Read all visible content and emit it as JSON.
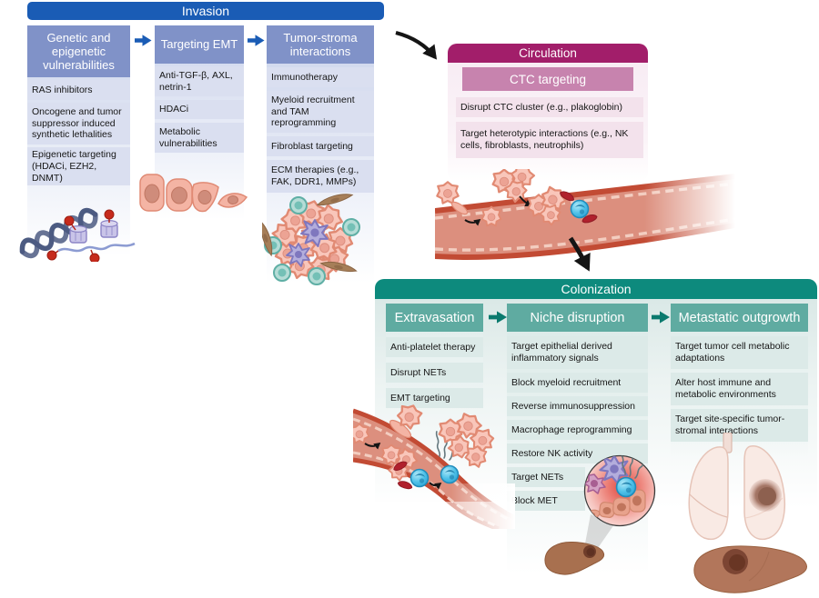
{
  "invasion": {
    "title": "Invasion",
    "columns": [
      {
        "header": "Genetic and epigenetic vulnerabilities",
        "items": [
          "RAS inhibitors",
          "Oncogene and tumor suppressor induced synthetic lethalities",
          "Epigenetic targeting (HDACi, EZH2, DNMT)"
        ]
      },
      {
        "header": "Targeting EMT",
        "items": [
          "Anti-TGF-β, AXL, netrin-1",
          "HDACi",
          "Metabolic vulnerabilities"
        ]
      },
      {
        "header": "Tumor-stroma interactions",
        "items": [
          "Immunotherapy",
          "Myeloid recruitment and TAM reprogramming",
          "Fibroblast targeting",
          "ECM therapies (e.g., FAK, DDR1, MMPs)"
        ]
      }
    ]
  },
  "circulation": {
    "title": "Circulation",
    "subheader": "CTC targeting",
    "items": [
      "Disrupt CTC cluster (e.g., plakoglobin)",
      "Target heterotypic interactions (e.g., NK cells, fibroblasts, neutrophils)"
    ]
  },
  "colonization": {
    "title": "Colonization",
    "columns": [
      {
        "header": "Extravasation",
        "items": [
          "Anti-platelet therapy",
          "Disrupt NETs",
          "EMT targeting"
        ]
      },
      {
        "header": "Niche disruption",
        "items": [
          "Target epithelial derived inflammatory signals",
          "Block myeloid recruitment",
          "Reverse immunosuppression",
          "Macrophage reprogramming",
          "Restore NK activity",
          "Target NETs",
          "Block MET"
        ]
      },
      {
        "header": "Metastatic outgrowth",
        "items": [
          "Target tumor cell metabolic adaptations",
          "Alter host immune and metabolic environments",
          "Target site-specific tumor-stromal interactions"
        ]
      }
    ]
  },
  "colors": {
    "invasion_header": "#1A5CB5",
    "invasion_column_header": "#8092C8",
    "invasion_item_bg": "#DADFF0",
    "circulation_header": "#A21E6A",
    "ctc_bar": "#C783AE",
    "circulation_item_bg": "#F3E2EC",
    "colonization_header": "#0D8A7D",
    "colonization_column_header": "#5FABA1",
    "colonization_item_bg": "#DCEAE8",
    "vessel_fill": "#DC8F7E",
    "vessel_wall": "#C24B34"
  }
}
